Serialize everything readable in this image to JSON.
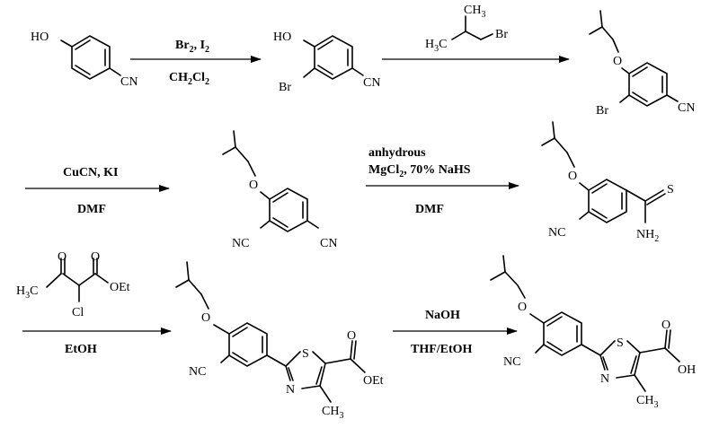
{
  "atoms": {
    "ho": "HO",
    "oh": "OH",
    "cn": "CN",
    "nc": "NC",
    "br": "Br",
    "o": "O",
    "s": "S",
    "n": "N",
    "cl": "Cl",
    "oet": "OEt",
    "nh2": "NH",
    "nh2_sub": "2",
    "h3c_a": "H",
    "h3c_sub": "3",
    "h3c_c": "C",
    "ch3_c": "CH",
    "ch3_sub": "3"
  },
  "conditions": {
    "step1_top_a": "Br",
    "step1_top_sub1": "2",
    "step1_top_b": ", I",
    "step1_top_sub2": "2",
    "step1_bottom_a": "CH",
    "step1_bottom_sub1": "2",
    "step1_bottom_b": "Cl",
    "step1_bottom_sub2": "2",
    "step3_top": "CuCN, KI",
    "step3_bottom": "DMF",
    "step4_line1": "anhydrous",
    "step4_line2_a": "MgCl",
    "step4_line2_sub": "2",
    "step4_line2_b": ", 70% NaHS",
    "step4_bottom": "DMF",
    "step5_bottom": "EtOH",
    "step6_top": "NaOH",
    "step6_bottom": "THF/EtOH"
  }
}
